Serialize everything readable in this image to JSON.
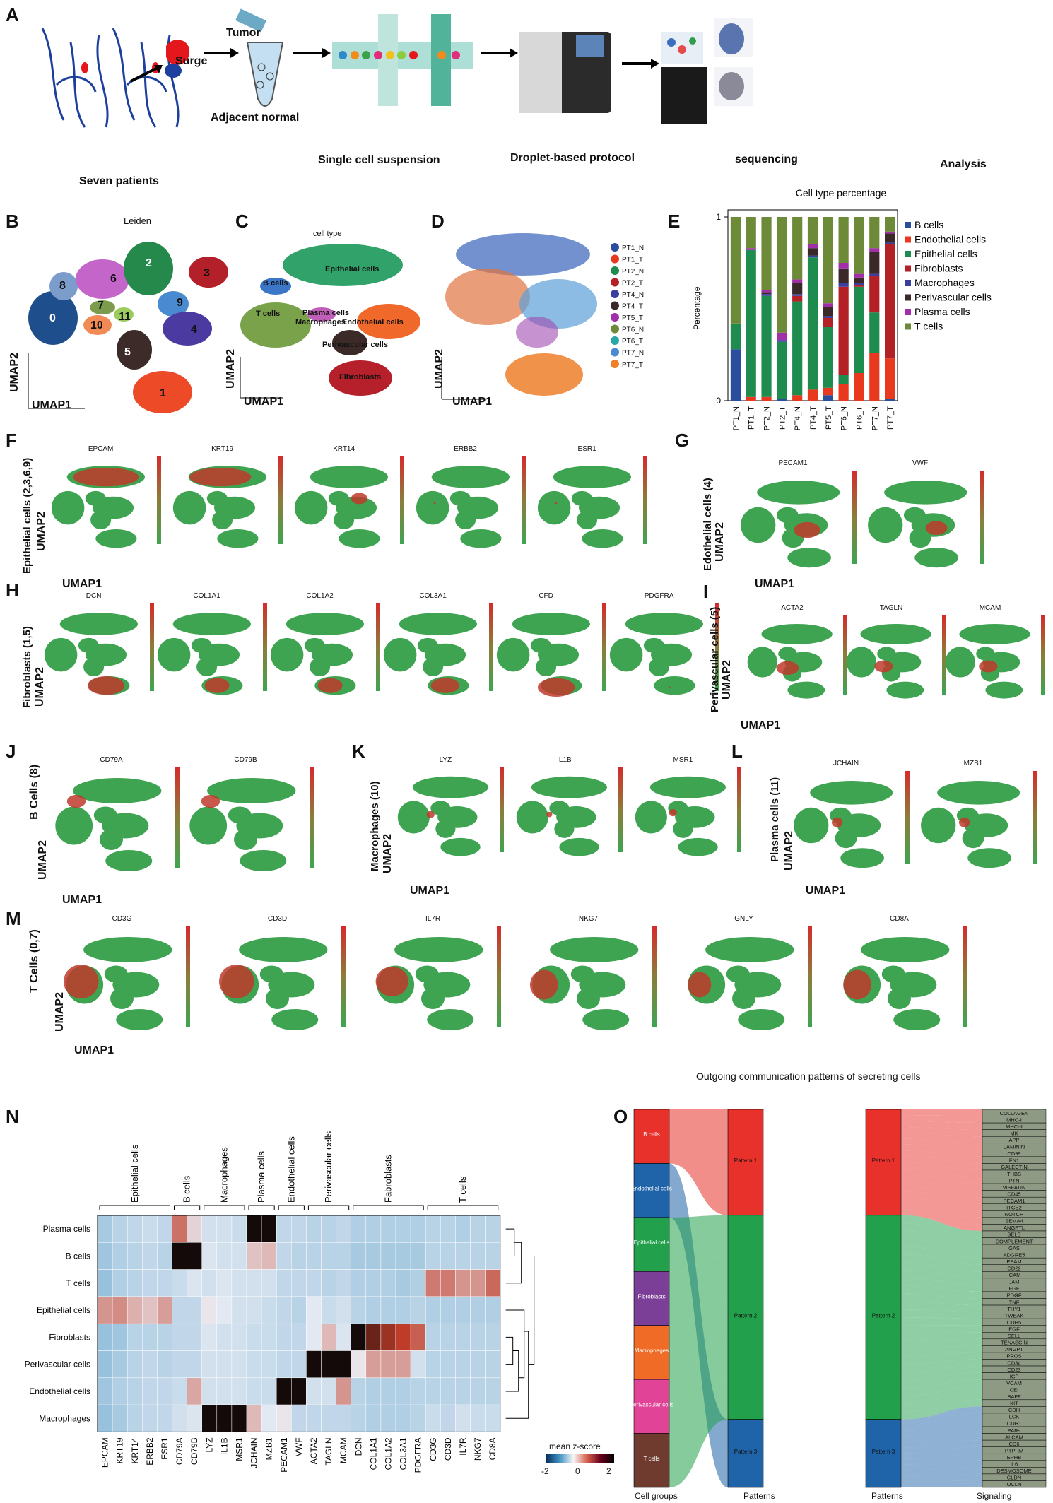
{
  "panelA": {
    "letter": "A",
    "patients": "Seven patients",
    "surge": "Surge",
    "tumor": "Tumor",
    "adjacent": "Adjacent normal",
    "suspension": "Single cell suspension",
    "droplet": "Droplet-based protocol",
    "sequencing": "sequencing",
    "analysis": "Analysis"
  },
  "panelB": {
    "letter": "B",
    "title": "Leiden",
    "x": "UMAP1",
    "y": "UMAP2",
    "clusters": [
      "0",
      "1",
      "2",
      "3",
      "4",
      "5",
      "6",
      "7",
      "8",
      "9",
      "10",
      "11"
    ]
  },
  "panelC": {
    "letter": "C",
    "title": "cell type",
    "x": "UMAP1",
    "y": "UMAP2",
    "labels": [
      "B cells",
      "Epithelial cells",
      "T cells",
      "Plasma cells",
      "Macrophages",
      "Endothelial cells",
      "Perivascular cells",
      "Fibroblasts"
    ]
  },
  "panelD": {
    "letter": "D",
    "x": "UMAP1",
    "y": "UMAP2"
  },
  "panelE": {
    "letter": "E"
  },
  "panelF": {
    "letter": "F",
    "side": "Epithelial cells (2,3,6,9)",
    "genes": [
      "EPCAM",
      "KRT19",
      "KRT14",
      "ERBB2",
      "ESR1"
    ],
    "x": "UMAP1",
    "y": "UMAP2"
  },
  "panelG": {
    "letter": "G",
    "side": "Edothelial cells  (4)",
    "genes": [
      "PECAM1",
      "VWF"
    ],
    "x": "UMAP1",
    "y": "UMAP2"
  },
  "panelH": {
    "letter": "H",
    "side": "Fibroblasts (1,5)",
    "genes": [
      "DCN",
      "COL1A1",
      "COL1A2",
      "COL3A1",
      "CFD",
      "PDGFRA"
    ],
    "x": "UMAP1",
    "y": "UMAP2"
  },
  "panelI": {
    "letter": "I",
    "side": "Perivascular cells  (5)",
    "genes": [
      "ACTA2",
      "TAGLN",
      "MCAM"
    ],
    "x": "UMAP1",
    "y": "UMAP2"
  },
  "panelJ": {
    "letter": "J",
    "side": "B Cells (8)",
    "genes": [
      "CD79A",
      "CD79B"
    ],
    "x": "UMAP1",
    "y": "UMAP2"
  },
  "panelK": {
    "letter": "K",
    "side": "Macrophages (10)",
    "genes": [
      "LYZ",
      "IL1B",
      "MSR1"
    ],
    "x": "UMAP1",
    "y": "UMAP2"
  },
  "panelL": {
    "letter": "L",
    "side": "Plasma cells (11)",
    "genes": [
      "JCHAIN",
      "MZB1"
    ],
    "x": "UMAP1",
    "y": "UMAP2"
  },
  "panelM": {
    "letter": "M",
    "side": "T Cells (0,7)",
    "genes": [
      "CD3G",
      "CD3D",
      "IL7R",
      "NKG7",
      "GNLY",
      "CD8A"
    ],
    "x": "UMAP1",
    "y": "UMAP2"
  },
  "panelN": {
    "letter": "N",
    "legend_title": "mean z-score",
    "legend_ticks": [
      "-2",
      "0",
      "2"
    ]
  },
  "panelO": {
    "letter": "O",
    "title": "Outgoing communication patterns of secreting cells",
    "cell_groups": [
      "B cells",
      "Endothelial cells",
      "Epithelial cells",
      "Fibroblasts",
      "Macrophages",
      "Perivascular cells",
      "T cells"
    ],
    "patterns": [
      "Pattern 1",
      "Pattern 2",
      "Pattern 3"
    ],
    "signaling": [
      "COLLAGEN",
      "MHC-I",
      "MHC-II",
      "MK",
      "APP",
      "LAMININ",
      "CD99",
      "FN1",
      "GALECTIN",
      "THBS",
      "PTN",
      "VISFATIN",
      "CD45",
      "PECAM1",
      "ITGB2",
      "NOTCH",
      "SEMA4",
      "ANGPTL",
      "SELE",
      "COMPLEMENT",
      "GAS",
      "ADGRE5",
      "ESAM",
      "CD22",
      "ICAM",
      "JAM",
      "FGF",
      "PDGF",
      "TNF",
      "THY1",
      "TWEAK",
      "CDH5",
      "EGF",
      "SELL",
      "TENASCIN",
      "ANGPT",
      "PROS",
      "CD34",
      "CD23",
      "IGF",
      "VCAM",
      "CEI",
      "BAFF",
      "KIT",
      "CDH",
      "LCK",
      "CDH1",
      "PARs",
      "ALCAM",
      "CD6",
      "PTPRM",
      "EPHB",
      "IL6",
      "DESMOSOME",
      "CLDN",
      "OCLN"
    ],
    "footer_cell_groups": "Cell groups",
    "footer_patterns": "Patterns",
    "footer_patterns2": "Patterns",
    "footer_signaling": "Signaling"
  },
  "chart_data": [
    {
      "type": "bar",
      "title": "Cell type percentage",
      "ylabel": "Percentage",
      "ylim": [
        0,
        1
      ],
      "yticks": [
        "0",
        "1"
      ],
      "categories": [
        "PT1_N",
        "PT1_T",
        "PT2_N",
        "PT2_T",
        "PT4_N",
        "PT4_T",
        "PT5_T",
        "PT6_N",
        "PT6_T",
        "PT7_N",
        "PT7_T"
      ],
      "stacked": true,
      "legend_position": "right",
      "series": [
        {
          "name": "B cells",
          "color": "#2a4d9c",
          "values": [
            0.28,
            0.0,
            0.0,
            0.01,
            0.0,
            0.0,
            0.03,
            0.0,
            0.0,
            0.0,
            0.01
          ]
        },
        {
          "name": "Endothelial cells",
          "color": "#e8391f",
          "values": [
            0.0,
            0.02,
            0.02,
            0.0,
            0.03,
            0.06,
            0.04,
            0.09,
            0.15,
            0.26,
            0.22
          ]
        },
        {
          "name": "Epithelial cells",
          "color": "#1e8c4e",
          "values": [
            0.14,
            0.8,
            0.55,
            0.31,
            0.51,
            0.72,
            0.33,
            0.05,
            0.47,
            0.22,
            0.0
          ]
        },
        {
          "name": "Fibroblasts",
          "color": "#b32026",
          "values": [
            0.0,
            0.0,
            0.0,
            0.0,
            0.03,
            0.0,
            0.05,
            0.48,
            0.01,
            0.2,
            0.62
          ]
        },
        {
          "name": "Macrophages",
          "color": "#3a3f9f",
          "values": [
            0.0,
            0.0,
            0.01,
            0.01,
            0.01,
            0.01,
            0.01,
            0.02,
            0.01,
            0.01,
            0.01
          ]
        },
        {
          "name": "Perivascular cells",
          "color": "#3b2828",
          "values": [
            0.0,
            0.0,
            0.01,
            0.0,
            0.06,
            0.04,
            0.05,
            0.08,
            0.03,
            0.12,
            0.05
          ]
        },
        {
          "name": "Plasma cells",
          "color": "#a12fa8",
          "values": [
            0.0,
            0.01,
            0.01,
            0.04,
            0.02,
            0.02,
            0.02,
            0.03,
            0.02,
            0.02,
            0.01
          ]
        },
        {
          "name": "T cells",
          "color": "#6d8a38",
          "values": [
            0.58,
            0.17,
            0.4,
            0.63,
            0.34,
            0.15,
            0.47,
            0.25,
            0.31,
            0.17,
            0.08
          ]
        }
      ]
    },
    {
      "type": "heatmap",
      "colorbar_range": [
        -2,
        2
      ],
      "rows": [
        "Plasma cells",
        "B cells",
        "T cells",
        "Epithelial cells",
        "Fibroblasts",
        "Perivascular cells",
        "Endothelial cells",
        "Macrophages"
      ],
      "columns": [
        "EPCAM",
        "KRT19",
        "KRT14",
        "ERBB2",
        "ESR1",
        "CD79A",
        "CD79B",
        "LYZ",
        "IL1B",
        "MSR1",
        "JCHAIN",
        "MZB1",
        "PECAM1",
        "VWF",
        "ACTA2",
        "TAGLN",
        "MCAM",
        "DCN",
        "COL1A1",
        "COL1A2",
        "COL3A1",
        "PDGFRA",
        "CD3G",
        "CD3D",
        "IL7R",
        "NKG7",
        "CD8A"
      ],
      "column_groups": [
        {
          "name": "Epithelial cells",
          "count": 5
        },
        {
          "name": "B cells",
          "count": 2
        },
        {
          "name": "Macrophages",
          "count": 3
        },
        {
          "name": "Plasma cells",
          "count": 2
        },
        {
          "name": "Endothelial cells",
          "count": 2
        },
        {
          "name": "Perivascular cells",
          "count": 3
        },
        {
          "name": "Fabroblasts",
          "count": 5
        },
        {
          "name": "T cells",
          "count": 5
        }
      ],
      "values": [
        [
          -0.8,
          -0.6,
          -0.5,
          -0.4,
          -0.5,
          1.4,
          0.3,
          -0.3,
          -0.3,
          -0.4,
          3.0,
          3.0,
          -0.5,
          -0.5,
          -0.6,
          -0.6,
          -0.5,
          -0.7,
          -0.7,
          -0.7,
          -0.7,
          -0.7,
          -0.6,
          -0.6,
          -0.7,
          -0.6,
          -0.6
        ],
        [
          -0.9,
          -0.7,
          -0.6,
          -0.5,
          -0.6,
          3.0,
          3.0,
          -0.2,
          -0.3,
          -0.3,
          0.5,
          0.6,
          -0.5,
          -0.6,
          -0.6,
          -0.6,
          -0.6,
          -0.8,
          -0.8,
          -0.8,
          -0.8,
          -0.8,
          -0.6,
          -0.6,
          -0.6,
          -0.6,
          -0.6
        ],
        [
          -1.0,
          -0.7,
          -0.6,
          -0.5,
          -0.5,
          -0.4,
          -0.2,
          -0.3,
          -0.2,
          -0.3,
          -0.3,
          -0.3,
          -0.5,
          -0.5,
          -0.5,
          -0.6,
          -0.5,
          -0.7,
          -0.7,
          -0.7,
          -0.8,
          -0.7,
          1.3,
          1.3,
          1.0,
          1.0,
          1.5
        ],
        [
          1.0,
          1.1,
          0.7,
          0.5,
          0.9,
          -0.5,
          -0.5,
          0.1,
          -0.1,
          -0.3,
          -0.3,
          -0.4,
          -0.5,
          -0.6,
          -0.1,
          -0.4,
          -0.3,
          -0.6,
          -0.7,
          -0.7,
          -0.7,
          -0.6,
          -0.7,
          -0.7,
          -0.7,
          -0.7,
          -0.7
        ],
        [
          -1.0,
          -0.9,
          -0.6,
          -0.6,
          -0.6,
          -0.5,
          -0.5,
          -0.2,
          -0.3,
          -0.3,
          -0.4,
          -0.4,
          -0.5,
          -0.5,
          -0.1,
          0.6,
          -0.2,
          3.0,
          2.5,
          2.2,
          2.0,
          1.6,
          -0.6,
          -0.6,
          -0.6,
          -0.6,
          -0.6
        ],
        [
          -1.0,
          -0.8,
          -0.6,
          -0.5,
          -0.6,
          -0.5,
          -0.5,
          -0.3,
          -0.3,
          -0.3,
          -0.4,
          -0.4,
          -0.5,
          -0.5,
          3.0,
          3.0,
          3.0,
          0.1,
          0.9,
          0.9,
          0.9,
          -0.3,
          -0.6,
          -0.6,
          -0.6,
          -0.6,
          -0.6
        ],
        [
          -0.9,
          -0.7,
          -0.6,
          -0.5,
          -0.5,
          -0.4,
          0.8,
          -0.3,
          -0.3,
          -0.3,
          -0.4,
          -0.4,
          3.0,
          3.0,
          -0.3,
          -0.3,
          1.0,
          -0.6,
          -0.7,
          -0.7,
          -0.7,
          -0.6,
          -0.6,
          -0.6,
          -0.6,
          -0.6,
          -0.6
        ],
        [
          -1.0,
          -0.8,
          -0.6,
          -0.5,
          -0.5,
          -0.3,
          -0.2,
          3.0,
          3.0,
          3.0,
          0.6,
          -0.1,
          0.1,
          -0.5,
          -0.5,
          -0.5,
          -0.5,
          -0.6,
          -0.7,
          -0.7,
          -0.7,
          -0.6,
          -0.4,
          -0.5,
          -0.3,
          -0.4,
          -0.4
        ]
      ]
    }
  ]
}
